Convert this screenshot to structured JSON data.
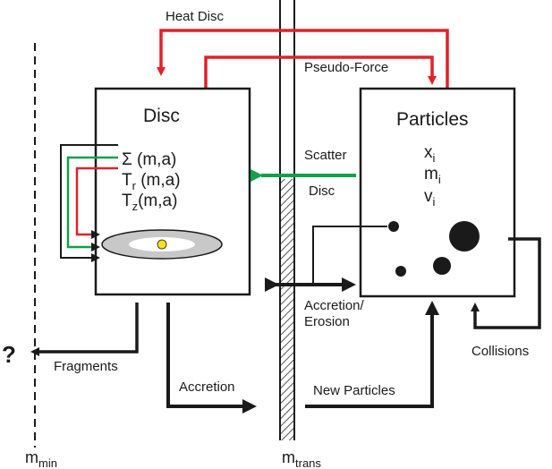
{
  "diagram": {
    "heat_disc": "Heat Disc",
    "pseudo_force": "Pseudo-Force",
    "scatter": "Scatter",
    "scatter_disc": "Disc",
    "accretion_erosion_1": "Accretion/",
    "accretion_erosion_2": "Erosion",
    "fragments": "Fragments",
    "accretion": "Accretion",
    "new_particles": "New Particles",
    "collisions": "Collisions",
    "question": "?",
    "m_min_base": "m",
    "m_min_sub": "min",
    "m_trans_base": "m",
    "m_trans_sub": "trans",
    "disc": {
      "title": "Disc",
      "sigma_base": "Σ",
      "sigma_args": " (m,a)",
      "tr_base": "T",
      "tr_sub": "r",
      "tr_args": " (m,a)",
      "tz_base": "T",
      "tz_sub": "z",
      "tz_args": "(m,a)"
    },
    "particles": {
      "title": "Particles",
      "x_base": "x",
      "x_sub": "i",
      "m_base": "m",
      "m_sub": "i",
      "v_base": "v",
      "v_sub": "i"
    },
    "colors": {
      "red": "#e0222a",
      "green": "#12a04a",
      "dark": "#1a1a1a",
      "hatch": "#777777",
      "disc_ring": "#c8c8c8",
      "star": "#f7e21a"
    }
  }
}
